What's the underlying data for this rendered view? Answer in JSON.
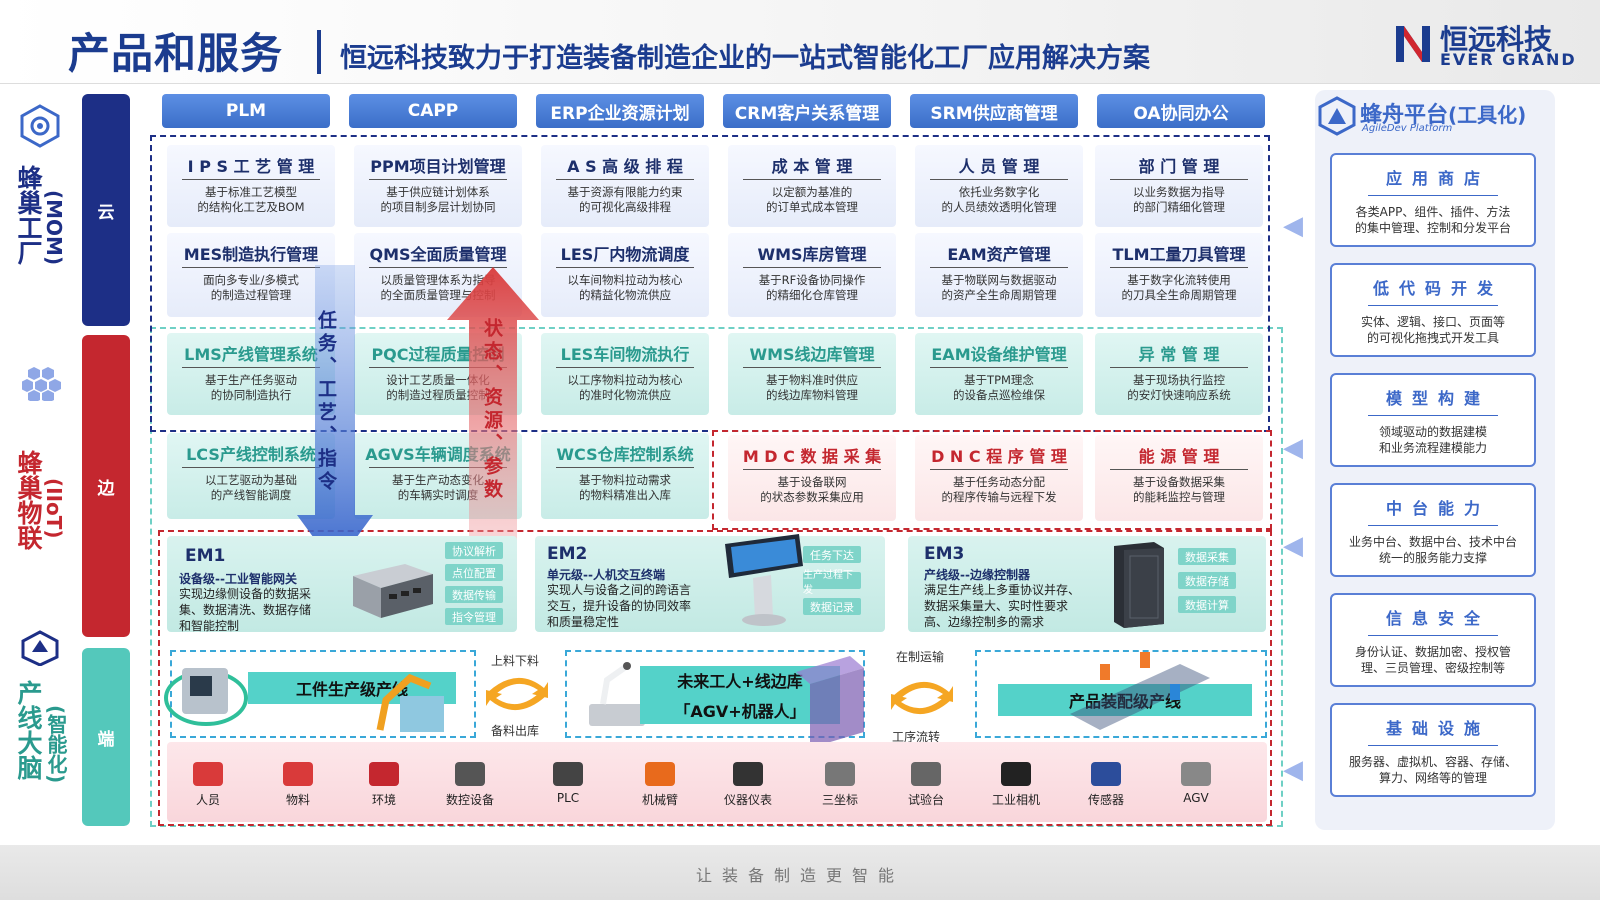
{
  "header": {
    "title": "产品和服务",
    "subtitle": "恒远科技致力于打造装备制造企业的一站式智能化工厂应用解决方案",
    "logo_cn": "恒远科技",
    "logo_en": "EVER GRAND"
  },
  "left_labels": {
    "mom": "蜂巢工厂",
    "mom_sub": "(MOM)",
    "iiot": "蜂巢物联",
    "iiot_sub": "(IIoT)",
    "brain": "产线大脑",
    "brain_sub": "(智能化)"
  },
  "bands": {
    "cloud": "云",
    "edge": "边",
    "end": "端"
  },
  "top_buttons": [
    "PLM",
    "CAPP",
    "ERP企业资源计划",
    "CRM客户关系管理",
    "SRM供应商管理",
    "OA协同办公"
  ],
  "cloud_row1": [
    {
      "title": "I P S 工 艺 管 理",
      "desc": "基于标准工艺模型\n的结构化工艺及BOM"
    },
    {
      "title": "PPM项目计划管理",
      "desc": "基于供应链计划体系\n的项目制多层计划协同"
    },
    {
      "title": "A S 高 级 排 程",
      "desc": "基于资源有限能力约束\n的可视化高级排程"
    },
    {
      "title": "成 本 管 理",
      "desc": "以定额为基准的\n的订单式成本管理"
    },
    {
      "title": "人 员 管 理",
      "desc": "依托业务数字化\n的人员绩效透明化管理"
    },
    {
      "title": "部 门 管 理",
      "desc": "以业务数据为指导\n的部门精细化管理"
    }
  ],
  "cloud_row2": [
    {
      "title": "MES制造执行管理",
      "desc": "面向多专业/多模式\n的制造过程管理"
    },
    {
      "title": "QMS全面质量管理",
      "desc": "以质量管理体系为指导\n的全面质量管理与控制"
    },
    {
      "title": "LES厂内物流调度",
      "desc": "以车间物料拉动为核心\n的精益化物流供应"
    },
    {
      "title": "WMS库房管理",
      "desc": "基于RF设备协同操作\n的精细化仓库管理"
    },
    {
      "title": "EAM资产管理",
      "desc": "基于物联网与数据驱动\n的资产全生命周期管理"
    },
    {
      "title": "TLM工量刀具管理",
      "desc": "基于数字化流转使用\n的刀具全生命周期管理"
    }
  ],
  "edge_row1": [
    {
      "title": "LMS产线管理系统",
      "desc": "基于生产任务驱动\n的协同制造执行"
    },
    {
      "title": "PQC过程质量控制",
      "desc": "设计工艺质量一体化\n的制造过程质量控制"
    },
    {
      "title": "LES车间物流执行",
      "desc": "以工序物料拉动为核心\n的准时化物流供应"
    },
    {
      "title": "WMS线边库管理",
      "desc": "基于物料准时供应\n的线边库物料管理"
    },
    {
      "title": "EAM设备维护管理",
      "desc": "基于TPM理念\n的设备点巡检维保"
    },
    {
      "title": "异 常 管 理",
      "desc": "基于现场执行监控\n的安灯快速响应系统"
    }
  ],
  "edge_row2": [
    {
      "title": "LCS产线控制系统",
      "desc": "以工艺驱动为基础\n的产线智能调度"
    },
    {
      "title": "AGVS车辆调度系统",
      "desc": "基于生产动态变化\n的车辆实时调度"
    },
    {
      "title": "WCS仓库控制系统",
      "desc": "基于物料拉动需求\n的物料精准出入库"
    },
    {
      "title": "M D C 数 据 采 集",
      "desc": "基于设备联网\n的状态参数采集应用"
    },
    {
      "title": "D N C 程 序 管 理",
      "desc": "基于任务动态分配\n的程序传输与远程下发"
    },
    {
      "title": "能 源 管 理",
      "desc": "基于设备数据采集\n的能耗监控与管理"
    }
  ],
  "arrows": {
    "down_label": "任务、工艺、指令",
    "up_label": "状态、资源、参数"
  },
  "em": [
    {
      "name": "EM1",
      "sub": "设备级--工业智能网关",
      "desc": "实现边缘侧设备的数据采\n集、数据清洗、数据存储\n和智能控制",
      "tags": [
        "协议解析",
        "点位配置",
        "数据传输",
        "指令管理"
      ]
    },
    {
      "name": "EM2",
      "sub": "单元级--人机交互终端",
      "desc": "实现人与设备之间的跨语言\n交互，提升设备的协同效率\n和质量稳定性",
      "tags": [
        "任务下达",
        "生产过程下发",
        "数据记录"
      ]
    },
    {
      "name": "EM3",
      "sub": "产线级--边缘控制器",
      "desc": "满足生产线上多重协议并存、\n数据采集量大、实时性要求\n高、边缘控制多的需求",
      "tags": [
        "数据采集",
        "数据存储",
        "数据计算"
      ]
    }
  ],
  "lines": {
    "line1": "工件生产级产线",
    "flow1_top": "上料下料",
    "flow1_bottom": "备料出库",
    "line2_a": "未来工人+线边库",
    "line2_b": "「AGV+机器人」",
    "flow2_top": "在制运输",
    "flow2_bottom": "工序流转",
    "line3": "产品装配级产线"
  },
  "devices": [
    {
      "label": "人员",
      "color": "#d93a3a"
    },
    {
      "label": "物料",
      "color": "#d93a3a"
    },
    {
      "label": "环境",
      "color": "#c4272f"
    },
    {
      "label": "数控设备",
      "color": "#555"
    },
    {
      "label": "PLC",
      "color": "#444"
    },
    {
      "label": "机械臂",
      "color": "#e86a1c"
    },
    {
      "label": "仪器仪表",
      "color": "#333"
    },
    {
      "label": "三坐标",
      "color": "#777"
    },
    {
      "label": "试验台",
      "color": "#666"
    },
    {
      "label": "工业相机",
      "color": "#222"
    },
    {
      "label": "传感器",
      "color": "#2c4d9b"
    },
    {
      "label": "AGV",
      "color": "#888"
    }
  ],
  "right_panel": {
    "title": "蜂舟平台",
    "title_suffix": "(工具化)",
    "subtitle": "AgileDev Platform",
    "boxes": [
      {
        "title": "应用商店",
        "desc": "各类APP、组件、插件、方法\n的集中管理、控制和分发平台"
      },
      {
        "title": "低代码开发",
        "desc": "实体、逻辑、接口、页面等\n的可视化拖拽式开发工具"
      },
      {
        "title": "模型构建",
        "desc": "领域驱动的数据建模\n和业务流程建模能力"
      },
      {
        "title": "中台能力",
        "desc": "业务中台、数据中台、技术中台\n统一的服务能力支撑"
      },
      {
        "title": "信息安全",
        "desc": "身份认证、数据加密、授权管\n理、三员管理、密级控制等"
      },
      {
        "title": "基础设施",
        "desc": "服务器、虚拟机、容器、存储、\n算力、网络等的管理"
      }
    ]
  },
  "footer": "让装备制造更智能",
  "colors": {
    "brand": "#1b3c8f",
    "cloud_band": "#1d2f86",
    "edge_band": "#c4272f",
    "end_band": "#54c8bb",
    "accent_blue": "#3c68c8"
  }
}
